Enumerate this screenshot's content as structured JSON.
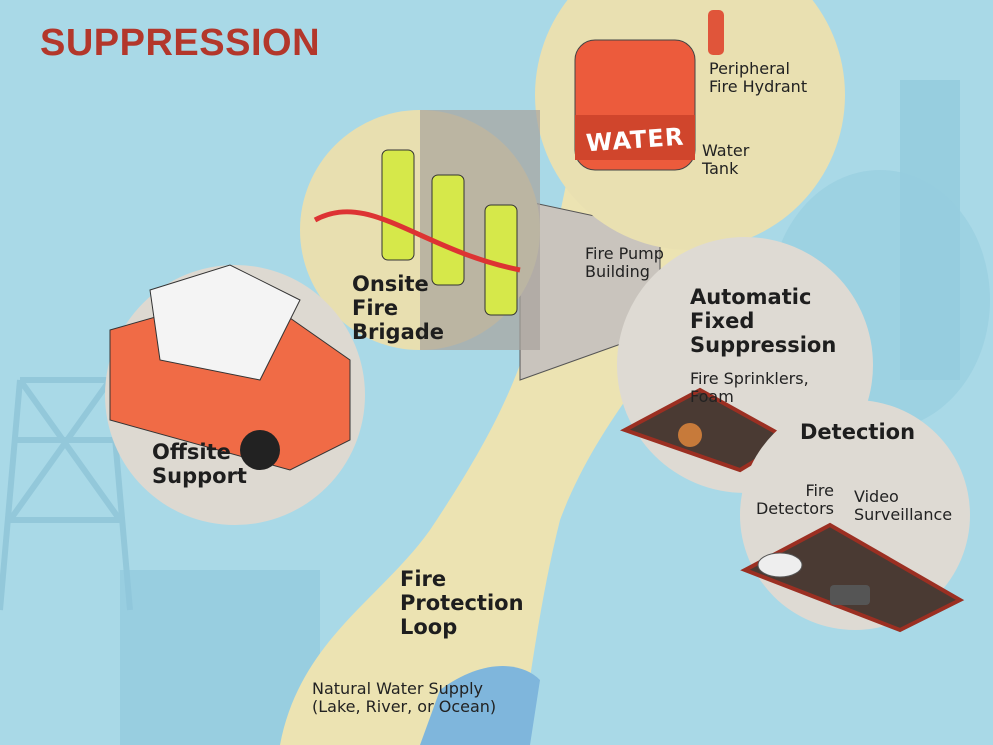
{
  "title": "SUPPRESSION",
  "labels": {
    "peripheral_hydrant": "Peripheral Fire Hydrant",
    "water_tank_sign": "WATER",
    "water_tank": "Water Tank",
    "fire_pump": "Fire Pump Building",
    "onsite_brigade": "Onsite Fire Brigade",
    "automatic_suppression": "Automatic Fixed Suppression",
    "sprinklers": "Fire Sprinklers, Foam",
    "detection": "Detection",
    "fire_detectors": "Fire Detectors",
    "video_surveillance": "Video Surveillance",
    "offsite_support": "Offsite Support",
    "fire_protection_loop": "Fire Protection Loop",
    "natural_water": "Natural Water Supply (Lake, River, or Ocean)"
  },
  "colors": {
    "background": "#a9d9e7",
    "band": "#ece3b2",
    "title": "#b3372b",
    "tank": "#ec5b3c",
    "circle": "#dedad3"
  }
}
